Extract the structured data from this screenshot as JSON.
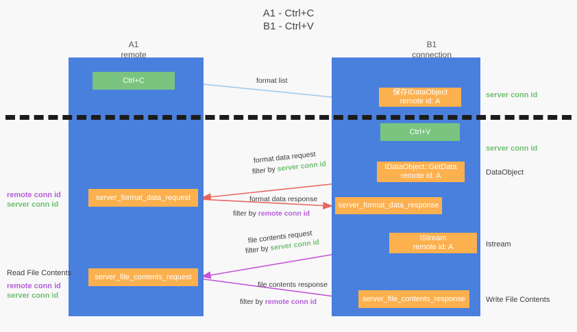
{
  "title": "A1 - Ctrl+C\nB1 - Ctrl+V",
  "columns": {
    "left": {
      "name": "A1",
      "role": "remote",
      "header": "A1\nremote"
    },
    "right": {
      "name": "B1",
      "role": "connection",
      "header": "B1\nconnection"
    }
  },
  "nodes": {
    "ctrl_c": {
      "label": "Ctrl+C",
      "color": "#7ac47f"
    },
    "save_idataobject": {
      "label": "保存IDataObject\nremote id: A",
      "color": "#fcb04e"
    },
    "ctrl_v": {
      "label": "Ctrl+V",
      "color": "#7ac47f"
    },
    "getdata": {
      "label": "IDataObject::GetData\nremote id: A",
      "color": "#fcb04e"
    },
    "istream": {
      "label": "IStream\nremote id: A",
      "color": "#fcb04e"
    },
    "server_format_data_request": {
      "label": "server_format_data_request",
      "color": "#fcb04e"
    },
    "server_format_data_response": {
      "label": "server_format_data_response",
      "color": "#fcb04e"
    },
    "server_file_contents_request": {
      "label": "server_file_contents_request",
      "color": "#fcb04e"
    },
    "server_file_contents_response": {
      "label": "server_file_contents_response",
      "color": "#fcb04e"
    }
  },
  "edges": {
    "format_list": {
      "label": "format list",
      "color": "#9ec9ef"
    },
    "format_data_request": {
      "label": "format data request",
      "filter_prefix": "filter by ",
      "filter_value": "server conn id",
      "color": "#e8655e"
    },
    "format_data_response": {
      "label": "format data response",
      "filter_prefix": "filter by ",
      "filter_value": "remote conn id",
      "color": "#e8655e"
    },
    "file_contents_request": {
      "label": "file contents request",
      "filter_prefix": "filter by ",
      "filter_value": "server conn id",
      "color": "#c455d8"
    },
    "file_contents_response": {
      "label": "file contents response",
      "filter_prefix": "filter by ",
      "filter_value": "remote conn id",
      "color": "#c455d8"
    }
  },
  "annotations": {
    "server_conn_id_top": "server conn id",
    "server_conn_id_mid": "server conn id",
    "dataobject": "DataObject",
    "istream": "Istream",
    "write_file_contents": "Write File Contents",
    "read_file_contents": "Read File Contents",
    "remote_conn_id_1": "remote conn id",
    "server_conn_id_1": "server conn id",
    "remote_conn_id_2": "remote conn id",
    "server_conn_id_2": "server conn id"
  },
  "colors": {
    "lane": "#4a80dd",
    "green_box": "#7ac47f",
    "orange_box": "#fcb04e",
    "green_text": "#6fbf73",
    "purple_text": "#b45fd8",
    "red_arrow": "#e8655e",
    "magenta_arrow": "#c455d8",
    "light_blue_arrow": "#9ec9ef",
    "dark_arrow": "#222222",
    "background": "#f8f8f8"
  }
}
